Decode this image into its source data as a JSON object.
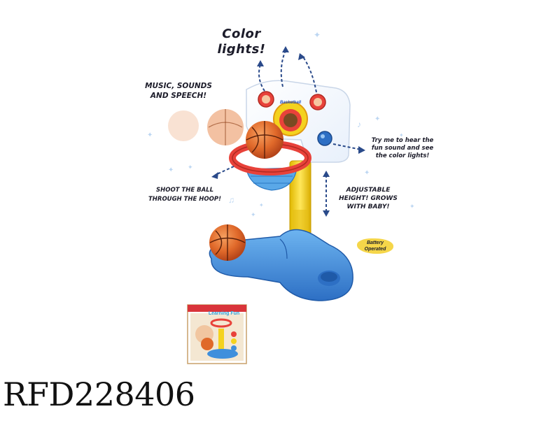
{
  "product": {
    "headline": "Color lights!",
    "feature_music": "MUSIC, SOUNDS AND SPEECH!",
    "feature_try": "Try me to hear the fun sound and see the color lights!",
    "feature_shoot": "SHOOT THE BALL THROUGH THE HOOP!",
    "feature_adjust": "ADJUSTABLE HEIGHT! GROWS WITH BABY!",
    "battery_badge": "Battery Operated",
    "brand_label": "Basketball",
    "box_title": "Learning Fun",
    "sku": "RFD228406"
  },
  "colors": {
    "ball": "#e0692a",
    "hoop": "#e8423a",
    "base": "#3f8fdc",
    "pole": "#f4d21e",
    "net": "#5aa8e8",
    "arrow": "#2a4a8a"
  },
  "icons": [
    "basketball-icon",
    "star-icon",
    "music-note-icon",
    "arrow-icon"
  ]
}
